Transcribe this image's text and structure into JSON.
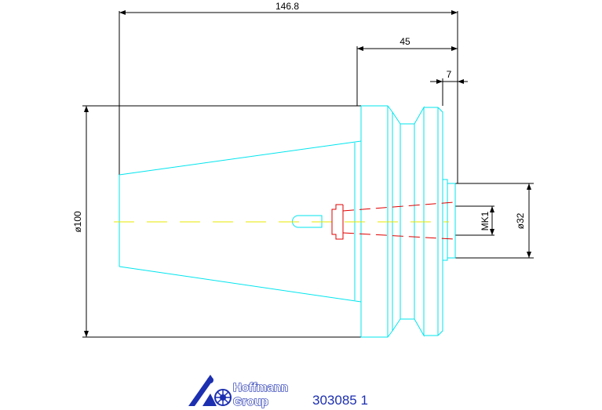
{
  "drawing": {
    "dimensions": {
      "overall_length": "146.8",
      "flange_length": "45",
      "shank_step": "7",
      "flange_diameter": "ø100",
      "shank_diameter": "ø32",
      "taper": "MK1"
    },
    "logo": {
      "line1": "Hoffmann",
      "line2": "Group"
    },
    "part_number": "303085 1",
    "colors": {
      "outline": "#00e5ee",
      "dimension": "#000000",
      "centerline": "#e8e800",
      "hidden": "#e00000",
      "logo": "#1c2fb0"
    }
  }
}
